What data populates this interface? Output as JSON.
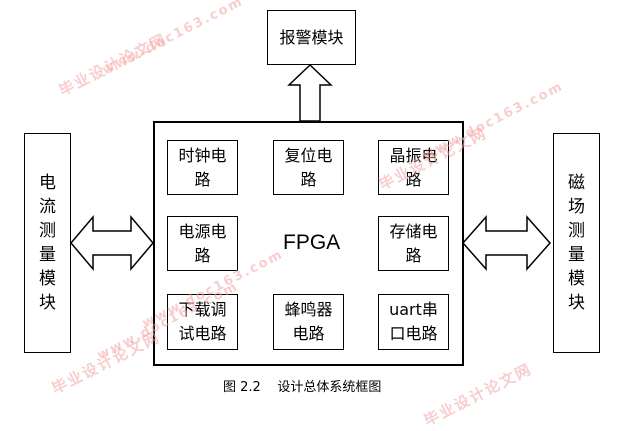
{
  "alarm_module": "报警模块",
  "left_module": [
    "电",
    "流",
    "测",
    "量",
    "模",
    "块"
  ],
  "right_module": [
    "磁",
    "场",
    "测",
    "量",
    "模",
    "块"
  ],
  "fpga_label": "FPGA",
  "circuits": {
    "clock": [
      "时钟电",
      "路"
    ],
    "reset": [
      "复位电",
      "路"
    ],
    "crystal": [
      "晶振电",
      "路"
    ],
    "power": [
      "电源电",
      "路"
    ],
    "storage": [
      "存储电",
      "路"
    ],
    "debug": [
      "下载调",
      "试电路"
    ],
    "buzzer": [
      "蜂鸣器",
      "电路"
    ],
    "uart": [
      "uart串",
      "口电路"
    ]
  },
  "caption": "图 2.2    设计总体系统框图",
  "watermark": {
    "site_cn": "毕业设计论文网",
    "site_url": "www.doc163.com"
  }
}
